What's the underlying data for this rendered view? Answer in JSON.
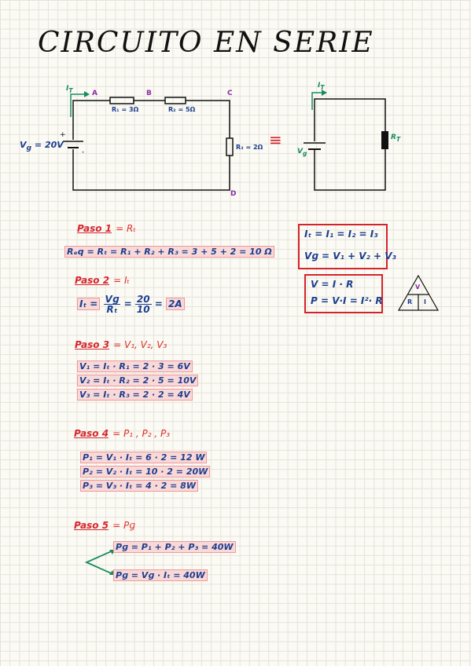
{
  "title": "CIRCUITO EN SERIE",
  "circuit": {
    "current_label": "I",
    "current_sub": "T",
    "voltage_label": "V",
    "voltage_sub": "g",
    "voltage_value": "= 20V",
    "node_a": "A",
    "node_b": "B",
    "node_c": "C",
    "node_d": "D",
    "r1": "R₁ = 3Ω",
    "r2": "R₂ = 5Ω",
    "r3": "R₃ = 2Ω",
    "equivalent_sign": "≡",
    "eq_current": "I",
    "eq_current_sub": "T",
    "eq_voltage": "V",
    "eq_voltage_sub": "g",
    "eq_resistor": "R",
    "eq_resistor_sub": "T"
  },
  "summary_box": {
    "line1": "Iₜ = I₁ = I₂ = I₃",
    "line2": "Vɡ =  V₁ + V₂ + V₃"
  },
  "ohm_box": {
    "line1": "V = I · R",
    "line2": "P = V·I = I²· R"
  },
  "triangle": {
    "top": "V",
    "left": "R",
    "right": "I"
  },
  "steps": [
    {
      "title": "Paso 1",
      "rest": "= Rₜ",
      "lines": [
        "Rₑq = Rₜ = R₁ + R₂ + R₃ = 3 + 5 + 2 = 10 Ω"
      ]
    },
    {
      "title": "Paso 2",
      "rest": "= Iₜ",
      "lhs": "Iₜ =",
      "num1": "Vɡ",
      "den1": "Rₜ",
      "num2": "20",
      "den2": "10",
      "result": "2A"
    },
    {
      "title": "Paso 3",
      "rest": "= V₁, V₂, V₃",
      "lines": [
        "V₁ =  Iₜ · R₁  =  2 · 3 = 6V",
        "V₂ =  Iₜ · R₂  =  2 · 5 = 10V",
        "V₃ =  Iₜ · R₃  =  2 · 2 =  4V"
      ]
    },
    {
      "title": "Paso 4",
      "rest": "= P₁ , P₂ , P₃",
      "lines": [
        "P₁ = V₁ · Iₜ    =  6 · 2    = 12 W",
        "P₂ = V₂ · Iₜ    =  10 · 2  = 20W",
        "P₃ = V₃ · Iₜ    =  4 · 2    =  8W"
      ]
    },
    {
      "title": "Paso 5",
      "rest": "= Pɡ",
      "lines": [
        "Pɡ = P₁ + P₂ + P₃  = 40W",
        "Pɡ  = Vɡ · Iₜ   = 40W"
      ]
    }
  ]
}
